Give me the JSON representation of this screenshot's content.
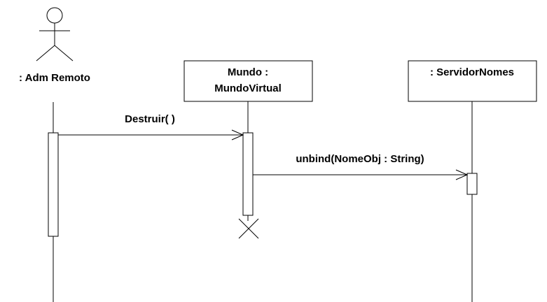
{
  "actor": {
    "label": ": Adm Remoto",
    "icon": "stick-figure-icon"
  },
  "objects": [
    {
      "line1": "Mundo :",
      "line2": "MundoVirtual"
    },
    {
      "line1": ": ServidorNomes"
    }
  ],
  "messages": [
    {
      "label": "Destruir( )"
    },
    {
      "label": "unbind(NomeObj : String)"
    }
  ],
  "destroy_marker": "x-icon",
  "colors": {
    "stroke": "#000000",
    "background": "#ffffff"
  }
}
